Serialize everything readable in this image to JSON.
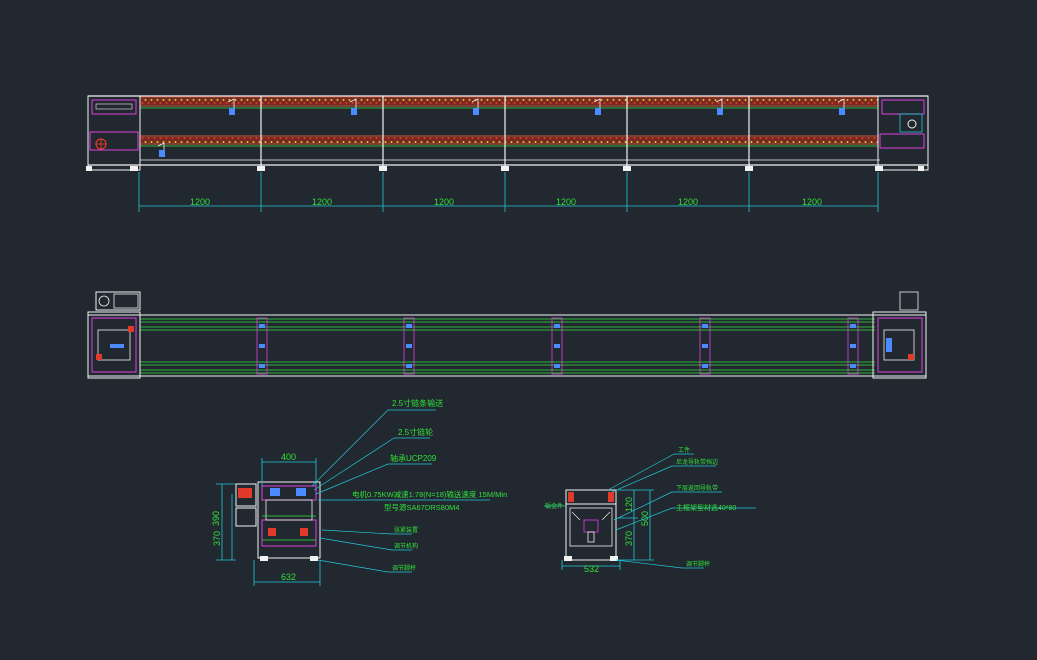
{
  "drawing": {
    "background": "#212830",
    "colors": {
      "white": "#f2f2f2",
      "green": "#33e03a",
      "cyan": "#22c8d8",
      "magenta": "#e040e0",
      "red": "#e03a2a",
      "yellow": "#e8e23a",
      "blue": "#4a8cff"
    }
  },
  "side_view": {
    "dimensions": [
      "1200",
      "1200",
      "1200",
      "1200",
      "1200",
      "1200"
    ]
  },
  "end_view_left": {
    "dim_top": "400",
    "dim_bottom": "632",
    "dim_left_outer": "370",
    "dim_left_inner": "390",
    "callouts": [
      "2.5寸链条输送",
      "2.5寸链轮",
      "轴承UCP209",
      "电机0.75KW减速1:78(N=18)输送速度 15M/Min",
      "型号源SA67DRS80M4",
      "张紧装置",
      "调节机构",
      "调节脚杯"
    ]
  },
  "end_view_right": {
    "dim_bottom": "532",
    "dim_top_height": "120",
    "dim_lower_height": "370",
    "dim_total": "500",
    "left_label": "钣金件",
    "callouts": [
      "工件",
      "尼龙导轨带挡边",
      "下层返回导轨带",
      "主框架型材逃40*80",
      "调节脚杯"
    ]
  }
}
